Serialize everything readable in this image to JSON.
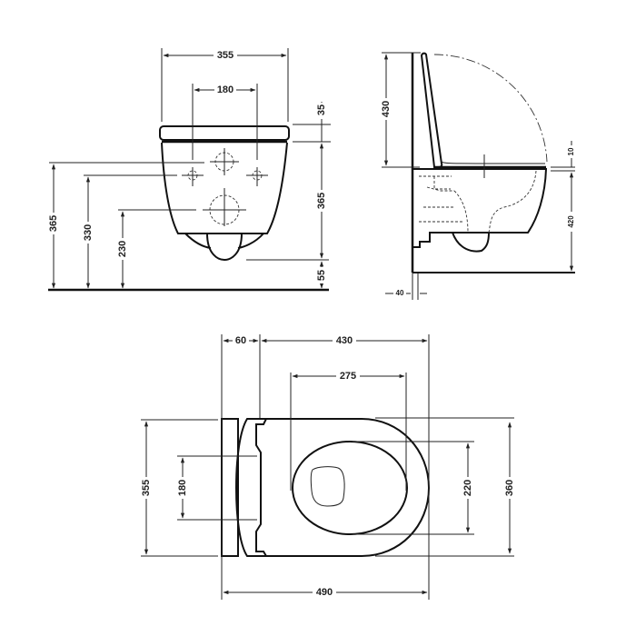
{
  "front_view": {
    "width_overall": "355",
    "fixing_spacing": "180",
    "seat_thickness": "35",
    "bowl_height": "365",
    "floor_clearance": "55",
    "height_top_connection": "365",
    "height_fixings": "330",
    "height_waste": "230"
  },
  "side_view": {
    "lid_height": "430",
    "seat_gap": "10",
    "rim_height": "420",
    "wall_offset": "40"
  },
  "top_view": {
    "rear_depth": "60",
    "bowl_depth": "430",
    "opening_length": "275",
    "overall_length": "490",
    "width_overall": "355",
    "fixing_spacing": "180",
    "opening_width": "220",
    "seat_width": "360"
  }
}
